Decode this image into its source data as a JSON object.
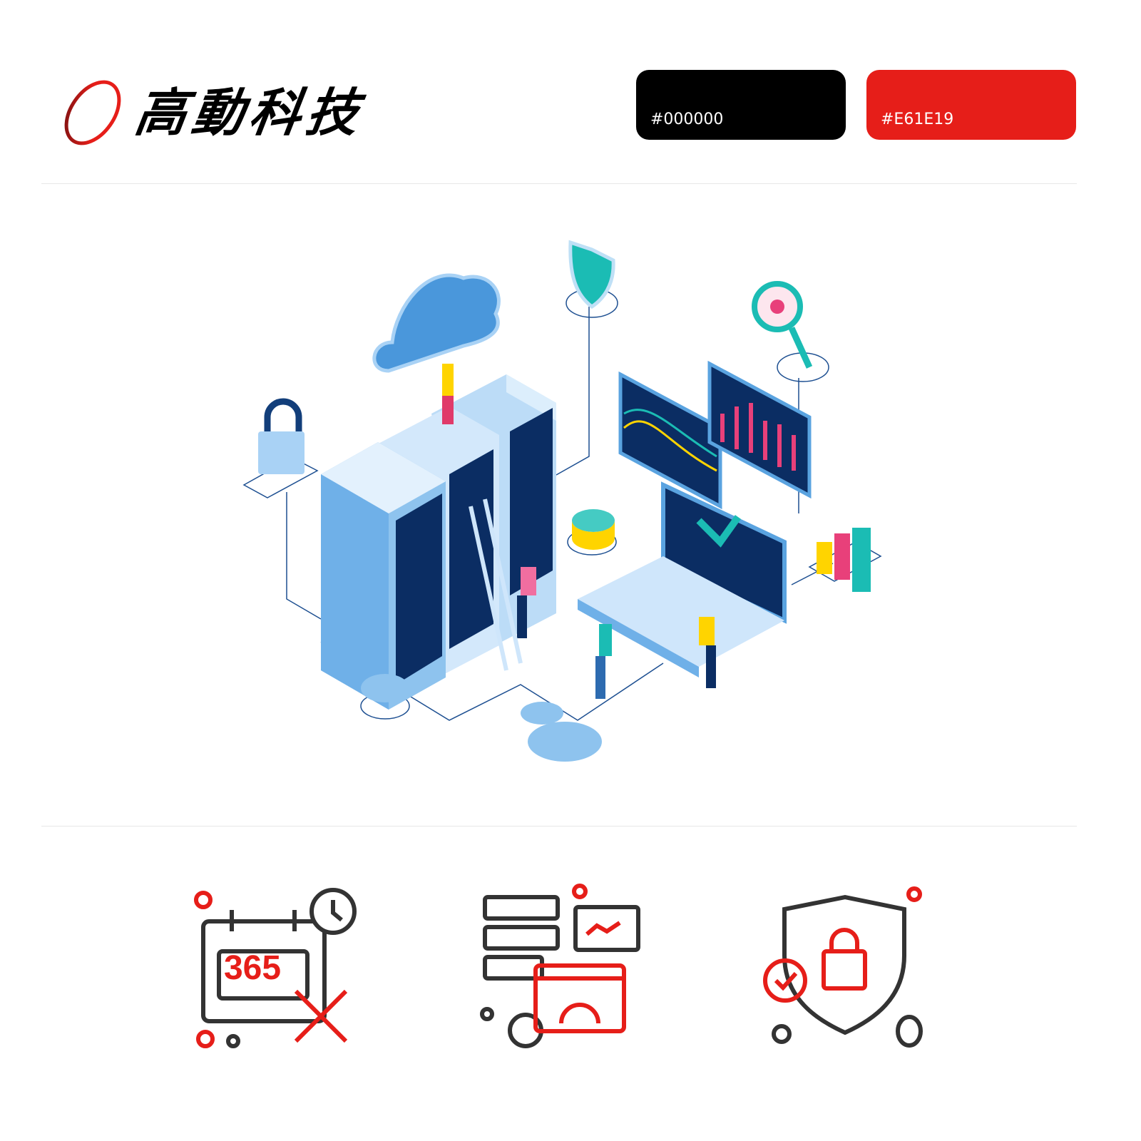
{
  "brand": {
    "logo_text": "高動科技"
  },
  "palette": [
    {
      "label": "#000000",
      "color": "#000000"
    },
    {
      "label": "#E61E19",
      "color": "#E61E19"
    }
  ],
  "icons": [
    {
      "name": "365-maintenance",
      "text": "365"
    },
    {
      "name": "server-monitoring"
    },
    {
      "name": "security-shield"
    }
  ]
}
